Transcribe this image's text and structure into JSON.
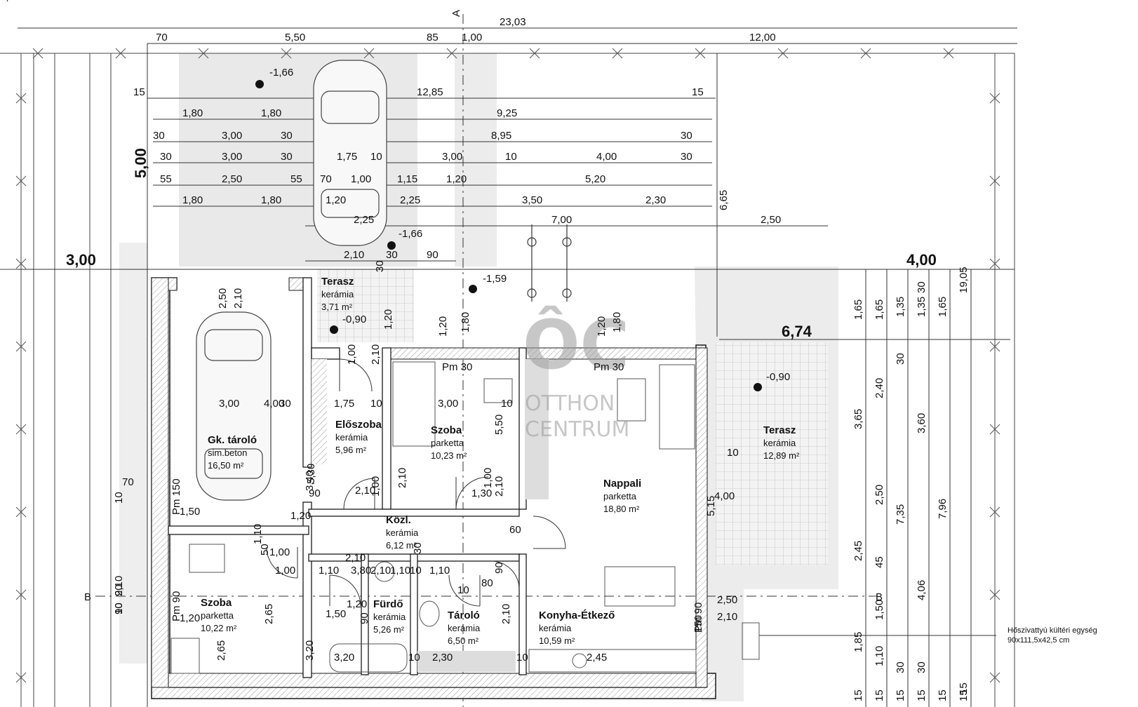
{
  "section_marks": {
    "a": "A",
    "b_left": "B",
    "b_right": "B"
  },
  "dimensions": {
    "overall": "23,03",
    "top": [
      "70",
      "5,50",
      "85",
      "1,00",
      "12,00"
    ],
    "row_12_85": [
      "15",
      "12,85",
      "15"
    ],
    "row_9_25": [
      "1,80",
      "1,80",
      "9,25"
    ],
    "row_8_95": [
      "30",
      "3,00",
      "30",
      "8,95",
      "30"
    ],
    "row_4_00": [
      "30",
      "3,00",
      "30",
      "1,75",
      "10",
      "3,00",
      "10",
      "4,00",
      "30"
    ],
    "row_5_20": [
      "55",
      "2,50",
      "55",
      "70",
      "1,00",
      "1,15",
      "1,20",
      "5,20"
    ],
    "row_2_30": [
      "1,80",
      "1,80",
      "1,20",
      "2,25",
      "3,50",
      "2,30"
    ],
    "row_7_00": [
      "2,25",
      "7,00",
      "2,50"
    ],
    "row_2_10": [
      "2,10",
      "30",
      "90"
    ],
    "vertical_6_65": "6,65",
    "left_setback": "3,00",
    "right_setback": "4,00",
    "vertical_5_00": "5,00",
    "right_6_74": "6,74",
    "interior": [
      {
        "t": "2,50",
        "r": true
      },
      {
        "t": "2,10",
        "r": true
      },
      {
        "t": "30",
        "r": true
      },
      {
        "t": "1,20",
        "r": true
      },
      {
        "t": "1,00",
        "r": true
      },
      {
        "t": "2,10",
        "r": true
      },
      {
        "t": "1,20",
        "r": true
      },
      {
        "t": "1,80",
        "r": true
      },
      {
        "t": "1,20",
        "r": true
      },
      {
        "t": "1,80",
        "r": true
      },
      {
        "t": "3,00",
        "r": false
      },
      {
        "t": "30",
        "r": false
      },
      {
        "t": "1,75",
        "r": false
      },
      {
        "t": "10",
        "r": false
      },
      {
        "t": "3,00",
        "r": false
      },
      {
        "t": "10",
        "r": false
      },
      {
        "t": "4,00",
        "r": false
      },
      {
        "t": "5,50",
        "r": true
      },
      {
        "t": "3,40",
        "r": true
      },
      {
        "t": "5,30",
        "r": true
      },
      {
        "t": "90",
        "r": false
      },
      {
        "t": "2,10",
        "r": false
      },
      {
        "t": "1,00",
        "r": true
      },
      {
        "t": "2,10",
        "r": true
      },
      {
        "t": "1,30",
        "r": false
      },
      {
        "t": "1,00",
        "r": true
      },
      {
        "t": "2,10",
        "r": true
      },
      {
        "t": "70",
        "r": false
      },
      {
        "t": "10",
        "r": true
      },
      {
        "t": "1,20",
        "r": false
      },
      {
        "t": "60",
        "r": false
      },
      {
        "t": "50",
        "r": true
      },
      {
        "t": "1,10",
        "r": true
      },
      {
        "t": "1,00",
        "r": false
      },
      {
        "t": "2,10",
        "r": false
      },
      {
        "t": "30",
        "r": true
      },
      {
        "t": "1,00",
        "r": false
      },
      {
        "t": "1,10",
        "r": false
      },
      {
        "t": "3,80",
        "r": false
      },
      {
        "t": "2,10",
        "r": false
      },
      {
        "t": "1,10",
        "r": false
      },
      {
        "t": "10",
        "r": false
      },
      {
        "t": "1,10",
        "r": false
      },
      {
        "t": "10",
        "r": false
      },
      {
        "t": "80",
        "r": false
      },
      {
        "t": "90",
        "r": true
      },
      {
        "t": "2,10",
        "r": true
      },
      {
        "t": "10",
        "r": true
      },
      {
        "t": "1,50",
        "r": false
      },
      {
        "t": "1,20",
        "r": false
      },
      {
        "t": "90",
        "r": true
      },
      {
        "t": "2,10",
        "r": true
      },
      {
        "t": "2,65",
        "r": true
      },
      {
        "t": "2,65",
        "r": true
      },
      {
        "t": "3,20",
        "r": true
      },
      {
        "t": "3,20",
        "r": false
      },
      {
        "t": "10",
        "r": false
      },
      {
        "t": "2,30",
        "r": false
      },
      {
        "t": "10",
        "r": false
      },
      {
        "t": "2,45",
        "r": false
      },
      {
        "t": "10",
        "r": false
      },
      {
        "t": "4,00",
        "r": false
      },
      {
        "t": "5,15",
        "r": true
      },
      {
        "t": "2,50",
        "r": false
      },
      {
        "t": "2,10",
        "r": false
      },
      {
        "t": "1,50",
        "r": false
      },
      {
        "t": "1,20",
        "r": false
      },
      {
        "t": "150",
        "r": true
      },
      {
        "t": "90",
        "r": true
      },
      {
        "t": "90",
        "r": true
      },
      {
        "t": "1,50",
        "r": false
      },
      {
        "t": "1,20",
        "r": false
      }
    ],
    "right_columns": [
      {
        "t": "1,65"
      },
      {
        "t": "3,65"
      },
      {
        "t": "2,45"
      },
      {
        "t": "1,85"
      },
      {
        "t": "15"
      },
      {
        "t": "1,65"
      },
      {
        "t": "2,40"
      },
      {
        "t": "2,50"
      },
      {
        "t": "45"
      },
      {
        "t": "1,50"
      },
      {
        "t": "1,10"
      },
      {
        "t": "15"
      },
      {
        "t": "1,35"
      },
      {
        "t": "30"
      },
      {
        "t": "7,35"
      },
      {
        "t": "30"
      },
      {
        "t": "15"
      },
      {
        "t": "30"
      },
      {
        "t": "1,35"
      },
      {
        "t": "3,60"
      },
      {
        "t": "4,06"
      },
      {
        "t": "30"
      },
      {
        "t": "15"
      },
      {
        "t": "1,65"
      },
      {
        "t": "7,96"
      },
      {
        "t": "15"
      },
      {
        "t": "19,05"
      },
      {
        "t": "15"
      },
      {
        "t": "15"
      }
    ]
  },
  "levels": [
    "-1,66",
    "-1,66",
    "-1,59",
    "-0,90",
    "-0,90"
  ],
  "pm_labels": [
    "Pm 30",
    "Pm 30",
    "Pm 150",
    "Pm 90",
    "Pm 90"
  ],
  "rooms": [
    {
      "name": "Terasz",
      "material": "kerámia",
      "area": "3,71 m²"
    },
    {
      "name": "Gk. tároló",
      "material": "sim.beton",
      "area": "16,50 m²"
    },
    {
      "name": "Előszoba",
      "material": "kerámia",
      "area": "5,96 m²"
    },
    {
      "name": "Szoba",
      "material": "parketta",
      "area": "10,23 m²"
    },
    {
      "name": "Nappali",
      "material": "parketta",
      "area": "18,80 m²"
    },
    {
      "name": "Terasz",
      "material": "kerámia",
      "area": "12,89 m²"
    },
    {
      "name": "Közl.",
      "material": "kerámia",
      "area": "6,12 m²"
    },
    {
      "name": "Szoba",
      "material": "parketta",
      "area": "10,22 m²"
    },
    {
      "name": "Fürdő",
      "material": "kerámia",
      "area": "5,26 m²"
    },
    {
      "name": "Tároló",
      "material": "kerámia",
      "area": "6,50 m²"
    },
    {
      "name": "Konyha-Étkező",
      "material": "kerámia",
      "area": "10,59 m²"
    }
  ],
  "heatpump_note": {
    "line1": "Hőszivattyú kültéri egység",
    "line2": "90x111,5x42,5 cm"
  },
  "watermark": {
    "logo": "ÔC",
    "line1": "OTTHON",
    "line2": "CENTRUM"
  },
  "colors": {
    "line": "#222222",
    "wall": "#1a1a1a",
    "hatch": "#cfcfcf",
    "paving": "#e8e8e8",
    "watermark": "#9a9a9a"
  }
}
